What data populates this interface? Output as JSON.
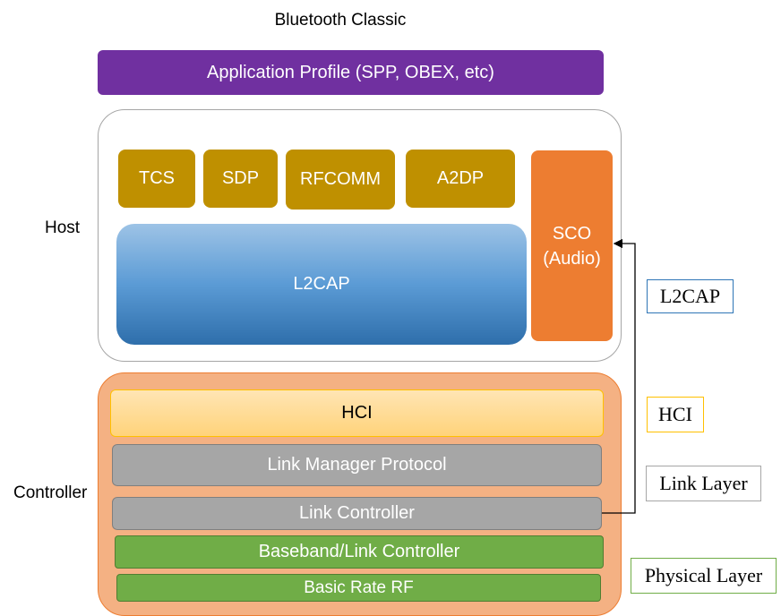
{
  "title": "Bluetooth Classic",
  "application_profile": "Application Profile (SPP, OBEX, etc)",
  "host": {
    "label": "Host",
    "protocols": [
      "TCS",
      "SDP",
      "RFCOMM",
      "A2DP"
    ],
    "l2cap": "L2CAP",
    "sco_line1": "SCO",
    "sco_line2": "(Audio)"
  },
  "controller": {
    "label": "Controller",
    "hci": "HCI",
    "link_manager_protocol": "Link Manager Protocol",
    "link_controller": "Link Controller",
    "baseband": "Baseband/Link Controller",
    "basic_rate_rf": "Basic Rate RF"
  },
  "side_labels": {
    "l2cap": "L2CAP",
    "hci": "HCI",
    "link_layer": "Link Layer",
    "physical_layer": "Physical Layer"
  },
  "colors": {
    "application_profile": "#7030a0",
    "protocols": "#bf9000",
    "sco": "#ed7d31",
    "l2cap": "#5b9bd5",
    "controller_bg": "#f4b183",
    "hci": "#ffd37a",
    "link_layer": "#a6a6a6",
    "physical": "#70ad47"
  }
}
